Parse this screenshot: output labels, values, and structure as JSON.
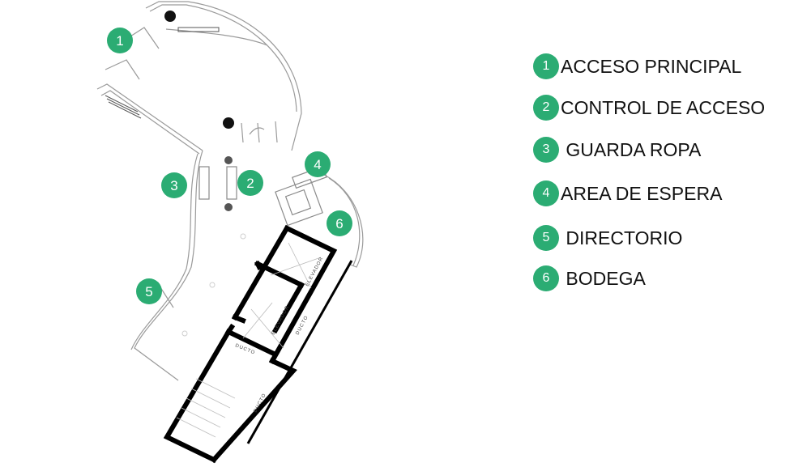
{
  "colors": {
    "marker": "#2bac73",
    "walls": "#000000",
    "thin_lines": "#9a9a9a"
  },
  "plan": {
    "room_labels": {
      "elevator_1": "ELEVADOR",
      "elevator_2": "ELEVADOR",
      "duct_1": "DUCTO",
      "duct_2": "DUCTO",
      "duct_3": "DUCTO"
    },
    "markers": [
      {
        "number": "1"
      },
      {
        "number": "2"
      },
      {
        "number": "3"
      },
      {
        "number": "4"
      },
      {
        "number": "5"
      },
      {
        "number": "6"
      }
    ]
  },
  "legend": [
    {
      "number": "1",
      "label": "ACCESO PRINCIPAL"
    },
    {
      "number": "2",
      "label": "CONTROL DE ACCESO"
    },
    {
      "number": "3",
      "label": " GUARDA ROPA"
    },
    {
      "number": "4",
      "label": "AREA DE ESPERA"
    },
    {
      "number": "5",
      "label": " DIRECTORIO"
    },
    {
      "number": "6",
      "label": " BODEGA"
    }
  ]
}
